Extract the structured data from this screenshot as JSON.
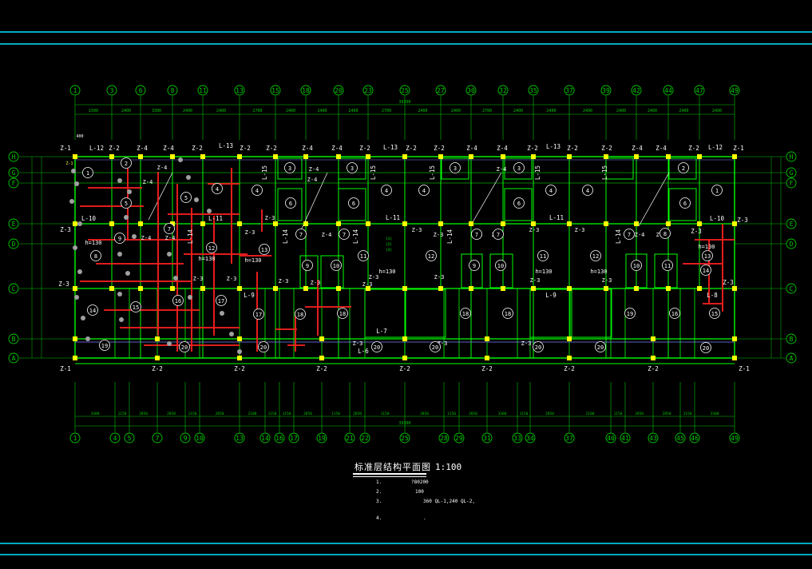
{
  "colors": {
    "background": "#000000",
    "border": "#00e5ff",
    "grid": "#00c800",
    "wall": "#00ff00",
    "beam": "#ff2020",
    "column": "#ffff00",
    "label": "#ffffff",
    "tag": "#ffff40",
    "blue_line": "#8080ff"
  },
  "axis_top": [
    "1",
    "3",
    "6",
    "8",
    "11",
    "13",
    "15",
    "18",
    "20",
    "23",
    "25",
    "27",
    "30",
    "32",
    "35",
    "37",
    "39",
    "42",
    "44",
    "47",
    "49"
  ],
  "axis_bottom": [
    "1",
    "4",
    "5",
    "7",
    "9",
    "10",
    "13",
    "14",
    "16",
    "17",
    "19",
    "21",
    "22",
    "25",
    "28",
    "29",
    "31",
    "33",
    "34",
    "37",
    "40",
    "41",
    "43",
    "45",
    "46",
    "49"
  ],
  "axis_rows": [
    "H",
    "G",
    "F",
    "E",
    "D",
    "C",
    "B",
    "A"
  ],
  "dims_top": [
    "1500",
    "2400",
    "3300",
    "2400",
    "2400",
    "2700",
    "2400",
    "2400",
    "2400",
    "2700",
    "2400",
    "2400",
    "2700",
    "2400",
    "2400",
    "2400",
    "2400",
    "2400",
    "2400",
    "2400"
  ],
  "dims_bottom": [
    "3300",
    "1150",
    "2850",
    "2850",
    "1150",
    "2850",
    "2100",
    "1150",
    "1150",
    "2850",
    "1150",
    "2850",
    "1150",
    "2850",
    "1150",
    "2850",
    "3300",
    "1150",
    "2850",
    "2100",
    "1150",
    "2850",
    "2850",
    "1150",
    "3300"
  ],
  "total_top": "39300",
  "total_bottom": "39300",
  "column_tags": {
    "row_H": [
      "Z-1",
      "Z-2",
      "Z-4",
      "Z-4",
      "Z-2",
      "Z-2",
      "Z-2",
      "Z-4",
      "Z-4",
      "Z-2",
      "Z-2",
      "Z-2",
      "Z-4",
      "Z-4",
      "Z-2",
      "Z-2",
      "Z-2",
      "Z-4",
      "Z-4",
      "Z-2",
      "Z-1"
    ],
    "row_A": [
      "Z-1",
      "Z-2",
      "Z-2",
      "Z-2",
      "Z-2",
      "Z-2",
      "Z-2",
      "Z-2",
      "Z-1"
    ],
    "row_E": [
      "Z-3",
      "Z-3"
    ],
    "row_C": [
      "Z-3",
      "Z-3"
    ],
    "row_D": [
      "Z-3"
    ],
    "inner": [
      "Z-4",
      "Z-4",
      "Z-4",
      "Z-4",
      "Z-4",
      "Z-4",
      "Z-4",
      "Z-4",
      "Z-3",
      "Z-3",
      "Z-3",
      "Z-3",
      "Z-3",
      "Z-3",
      "Z-3",
      "Z-3",
      "Z-3",
      "Z-3",
      "Z-3",
      "Z-3",
      "Z-4",
      "Z-4",
      "Z-3",
      "Z-3",
      "Z-3",
      "Z-3",
      "Z-3",
      "Z-3",
      "Z-4",
      "Z-4"
    ]
  },
  "beam_tags": [
    "L-12",
    "L-13",
    "L-13",
    "L-13",
    "L-12",
    "L-15",
    "L-15",
    "L-15",
    "L-15",
    "L-15",
    "L-10",
    "L-11",
    "L-11",
    "L-11",
    "L-10",
    "L-14",
    "L-14",
    "L-14",
    "L-14",
    "L-14",
    "L-9",
    "L-9",
    "L-8",
    "L-7",
    "L-6"
  ],
  "room_numbers": [
    "1",
    "2",
    "3",
    "3",
    "3",
    "3",
    "2",
    "1",
    "4",
    "4",
    "4",
    "4",
    "4",
    "4",
    "6",
    "6",
    "6",
    "6",
    "5",
    "5",
    "7",
    "7",
    "7",
    "7",
    "7",
    "7",
    "8",
    "8",
    "9",
    "9",
    "9",
    "10",
    "10",
    "10",
    "11",
    "12",
    "11",
    "12",
    "11",
    "12",
    "13",
    "13",
    "14",
    "14",
    "15",
    "15",
    "16",
    "16",
    "17",
    "17",
    "18",
    "18",
    "18",
    "18",
    "19",
    "19",
    "20",
    "20",
    "20",
    "20",
    "20",
    "20",
    "20"
  ],
  "heights": [
    "h=130",
    "h=130",
    "h=130",
    "h=130",
    "h=130",
    "h=130",
    "h=130"
  ],
  "misc_texts": [
    "400",
    "Z-1",
    "(1)",
    "(2)",
    "(3)"
  ],
  "title": {
    "name": "标准层结构平面图",
    "scale": "1:100"
  },
  "notes": [
    {
      "num": "1.",
      "text": "?80200"
    },
    {
      "num": "2.",
      "text": "100"
    },
    {
      "num": "3.",
      "text": "360   QL-1,240   QL-2,"
    },
    {
      "num": "4.",
      "text": "."
    }
  ]
}
